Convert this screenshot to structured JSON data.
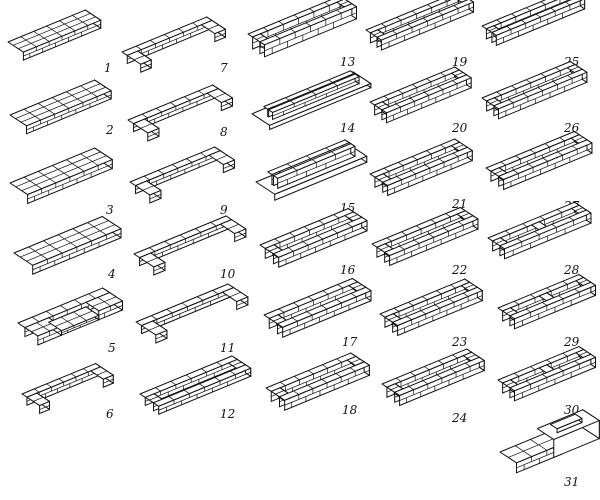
{
  "figures": [
    {
      "label": "1",
      "shape": "solid-slab"
    },
    {
      "label": "2",
      "shape": "solid-slab"
    },
    {
      "label": "3",
      "shape": "solid-slab"
    },
    {
      "label": "4",
      "shape": "solid-slab"
    },
    {
      "label": "5",
      "shape": "u-frame-wide"
    },
    {
      "label": "6",
      "shape": "u-frame"
    },
    {
      "label": "7",
      "shape": "u-frame"
    },
    {
      "label": "8",
      "shape": "u-frame"
    },
    {
      "label": "9",
      "shape": "u-frame"
    },
    {
      "label": "10",
      "shape": "u-frame"
    },
    {
      "label": "11",
      "shape": "u-frame"
    },
    {
      "label": "12",
      "shape": "ring"
    },
    {
      "label": "13",
      "shape": "ring"
    },
    {
      "label": "14",
      "shape": "ring-on-slab"
    },
    {
      "label": "15",
      "shape": "ring-on-slab"
    },
    {
      "label": "16",
      "shape": "ring"
    },
    {
      "label": "17",
      "shape": "ring"
    },
    {
      "label": "18",
      "shape": "ring"
    },
    {
      "label": "19",
      "shape": "ring"
    },
    {
      "label": "20",
      "shape": "ring"
    },
    {
      "label": "21",
      "shape": "ring"
    },
    {
      "label": "22",
      "shape": "ring"
    },
    {
      "label": "23",
      "shape": "ring"
    },
    {
      "label": "24",
      "shape": "ring"
    },
    {
      "label": "25",
      "shape": "ring"
    },
    {
      "label": "26",
      "shape": "ring"
    },
    {
      "label": "27",
      "shape": "ring"
    },
    {
      "label": "28",
      "shape": "ring-partition"
    },
    {
      "label": "29",
      "shape": "ring-partition"
    },
    {
      "label": "30",
      "shape": "ring-partition"
    },
    {
      "label": "31",
      "shape": "stepped-ring"
    }
  ]
}
